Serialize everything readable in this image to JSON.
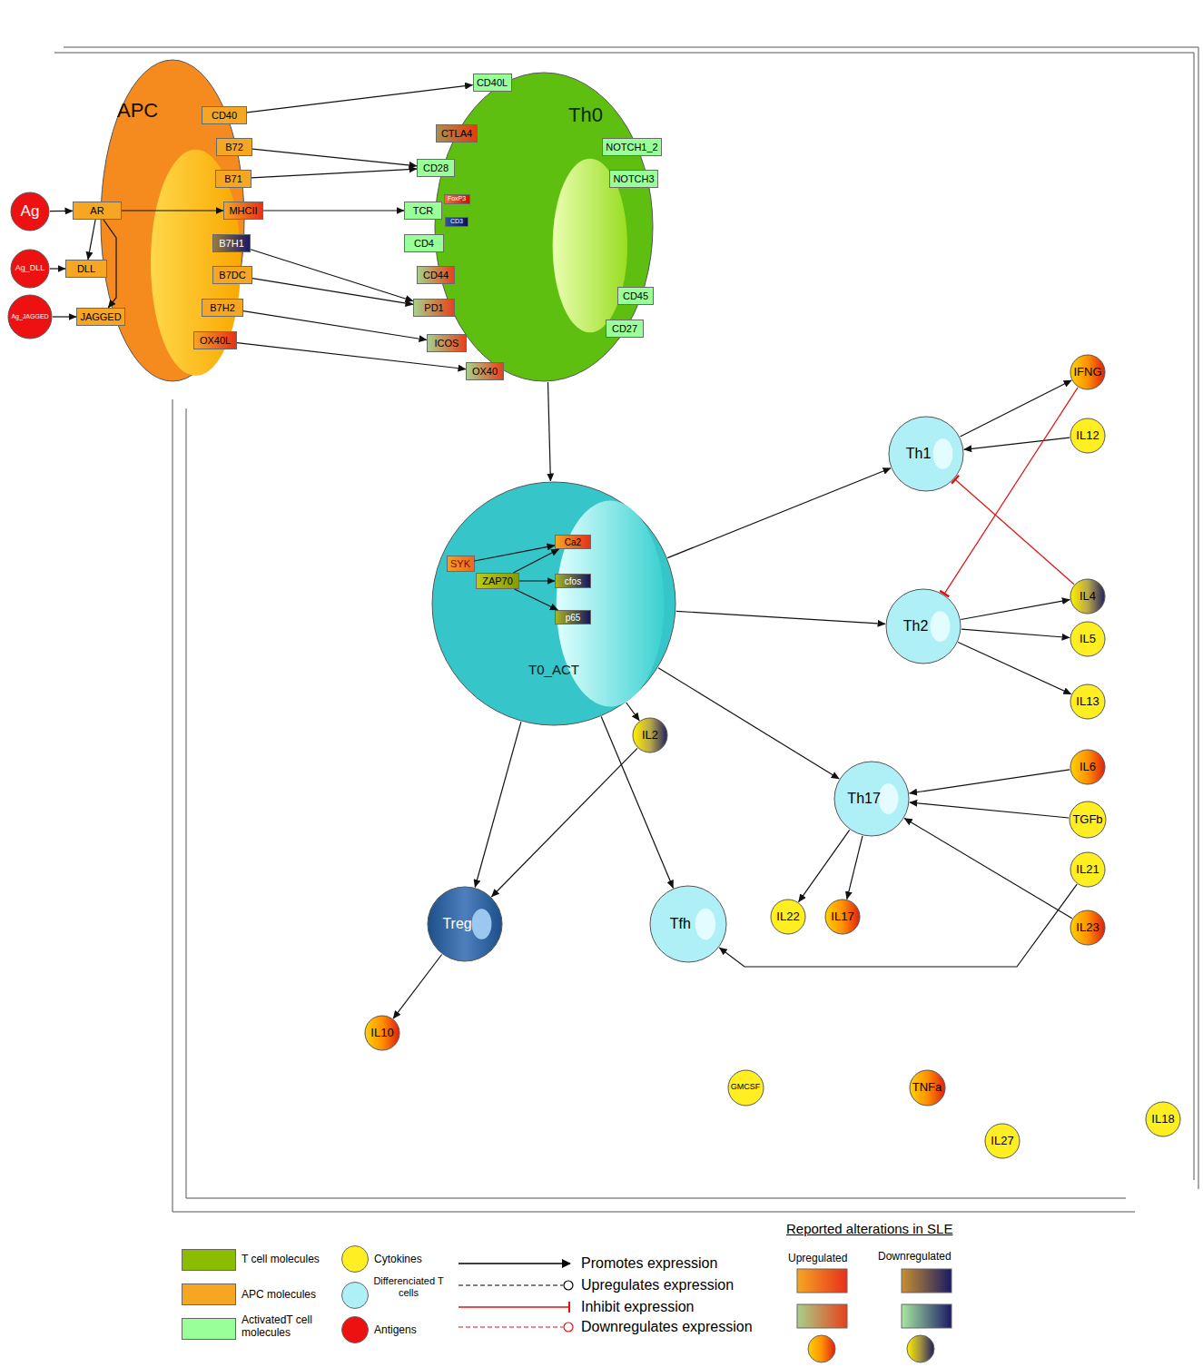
{
  "diagram": {
    "nodes": [
      {
        "text": [
          "Ag"
        ]
      },
      {
        "text": [
          "Ag_DLL"
        ]
      },
      {
        "text": [
          "Ag_JAGGED"
        ]
      },
      {
        "text": [
          "APC"
        ]
      },
      {
        "text": [
          "CD40"
        ],
        "in": 3
      },
      {
        "text": [
          "B72"
        ],
        "in": 3
      },
      {
        "text": [
          "B71"
        ],
        "in": 3
      },
      {
        "text": [
          "MHCII"
        ],
        "in": 3
      },
      {
        "text": [
          "B7H1"
        ],
        "in": 3
      },
      {
        "text": [
          "B7DC"
        ],
        "in": 3
      },
      {
        "text": [
          "B7H2"
        ],
        "in": 3
      },
      {
        "text": [
          "OX40L"
        ],
        "in": 3
      },
      {
        "text": [
          "AR"
        ]
      },
      {
        "text": [
          "DLL"
        ]
      },
      {
        "text": [
          "JAGGED"
        ]
      },
      {
        "text": [
          "Th0"
        ]
      },
      {
        "text": [
          "CD40L"
        ],
        "in": 15
      },
      {
        "text": [
          "CTLA4"
        ],
        "in": 15
      },
      {
        "text": [
          "CD28"
        ],
        "in": 15
      },
      {
        "text": [
          "TCR"
        ],
        "in": 15
      },
      {
        "text": [
          "FoxP3"
        ],
        "in": 15
      },
      {
        "text": [
          "CD3"
        ],
        "in": 15
      },
      {
        "text": [
          "CD4"
        ],
        "in": 15
      },
      {
        "text": [
          "CD44"
        ],
        "in": 15
      },
      {
        "text": [
          "PD1"
        ],
        "in": 15
      },
      {
        "text": [
          "ICOS"
        ],
        "in": 15
      },
      {
        "text": [
          "OX40"
        ],
        "in": 15
      },
      {
        "text": [
          "NOTCH1_2"
        ],
        "in": 15
      },
      {
        "text": [
          "NOTCH3"
        ],
        "in": 15
      },
      {
        "text": [
          "CD45"
        ],
        "in": 15
      },
      {
        "text": [
          "CD27"
        ],
        "in": 15
      },
      {
        "text": [
          "T0_ACT"
        ]
      },
      {
        "text": [
          "SYK"
        ],
        "in": 31
      },
      {
        "text": [
          "ZAP70"
        ],
        "in": 31
      },
      {
        "text": [
          "Ca2"
        ],
        "in": 31
      },
      {
        "text": [
          "cfos"
        ],
        "in": 31
      },
      {
        "text": [
          "p65"
        ],
        "in": 31
      },
      {
        "text": [
          "Th1"
        ]
      },
      {
        "text": [
          "Th2"
        ]
      },
      {
        "text": [
          "Th17"
        ]
      },
      {
        "text": [
          "Treg"
        ]
      },
      {
        "text": [
          "Tfh"
        ]
      },
      {
        "text": [
          "IFNG"
        ]
      },
      {
        "text": [
          "IL12"
        ]
      },
      {
        "text": [
          "IL4"
        ]
      },
      {
        "text": [
          "IL5"
        ]
      },
      {
        "text": [
          "IL13"
        ]
      },
      {
        "text": [
          "IL2"
        ]
      },
      {
        "text": [
          "IL6"
        ]
      },
      {
        "text": [
          "TGFb"
        ]
      },
      {
        "text": [
          "IL21"
        ]
      },
      {
        "text": [
          "IL22"
        ]
      },
      {
        "text": [
          "IL17"
        ]
      },
      {
        "text": [
          "IL23"
        ]
      },
      {
        "text": [
          "IL10"
        ]
      },
      {
        "text": [
          "GMCSF"
        ]
      },
      {
        "text": [
          "TNFa"
        ]
      },
      {
        "text": [
          "IL27"
        ]
      },
      {
        "text": [
          "IL18"
        ]
      }
    ],
    "edges": [
      {
        "from": 0,
        "to": 12,
        "arrow": "to"
      },
      {
        "from": 1,
        "to": 13,
        "arrow": "to"
      },
      {
        "from": 2,
        "to": 14,
        "arrow": "to"
      },
      {
        "from": 12,
        "to": 7,
        "arrow": "to"
      },
      {
        "from": 12,
        "to": 13,
        "arrow": "to"
      },
      {
        "from": 12,
        "to": 14,
        "arrow": "to"
      },
      {
        "from": 4,
        "to": 16,
        "arrow": "to"
      },
      {
        "from": 5,
        "to": 18,
        "arrow": "to"
      },
      {
        "from": 6,
        "to": 18,
        "arrow": "to"
      },
      {
        "from": 7,
        "to": 19,
        "arrow": "to"
      },
      {
        "from": 8,
        "to": 24,
        "arrow": "to"
      },
      {
        "from": 9,
        "to": 24,
        "arrow": "to"
      },
      {
        "from": 10,
        "to": 25,
        "arrow": "to"
      },
      {
        "from": 11,
        "to": 26,
        "arrow": "to"
      },
      {
        "from": 15,
        "to": 31,
        "arrow": "to"
      },
      {
        "from": 33,
        "to": 34,
        "arrow": "to"
      },
      {
        "from": 33,
        "to": 35,
        "arrow": "to"
      },
      {
        "from": 33,
        "to": 36,
        "arrow": "to"
      },
      {
        "from": 32,
        "to": 34,
        "arrow": "to"
      },
      {
        "from": 31,
        "to": 47,
        "arrow": "to"
      },
      {
        "from": 31,
        "to": 37,
        "arrow": "to"
      },
      {
        "from": 31,
        "to": 38,
        "arrow": "to"
      },
      {
        "from": 31,
        "to": 39,
        "arrow": "to"
      },
      {
        "from": 31,
        "to": 40,
        "arrow": "to"
      },
      {
        "from": 31,
        "to": 41,
        "arrow": "to"
      },
      {
        "from": 37,
        "to": 42,
        "arrow": "to"
      },
      {
        "from": 43,
        "to": 37,
        "arrow": "to"
      },
      {
        "from": 38,
        "to": 44,
        "arrow": "to"
      },
      {
        "from": 38,
        "to": 45,
        "arrow": "to"
      },
      {
        "from": 38,
        "to": 46,
        "arrow": "to"
      },
      {
        "from": 42,
        "to": 38,
        "arrow": "to"
      },
      {
        "from": 44,
        "to": 37,
        "arrow": "to"
      },
      {
        "from": 48,
        "to": 39,
        "arrow": "to"
      },
      {
        "from": 49,
        "to": 39,
        "arrow": "to"
      },
      {
        "from": 53,
        "to": 39,
        "arrow": "to"
      },
      {
        "from": 39,
        "to": 52,
        "arrow": "to"
      },
      {
        "from": 39,
        "to": 51,
        "arrow": "to"
      },
      {
        "from": 50,
        "to": 41,
        "arrow": "to"
      },
      {
        "from": 47,
        "to": 40,
        "arrow": "to"
      },
      {
        "from": 40,
        "to": 54,
        "arrow": "to"
      }
    ],
    "labels": [
      "Reported alterations in SLE",
      "Upregulated",
      "Downregulated"
    ],
    "legend": [
      {
        "text": "T cell molecules",
        "color": "#8cbc00"
      },
      {
        "text": "APC molecules",
        "color": "#f5a623"
      },
      {
        "text": "ActivatedT cell molecules",
        "color": "#99ff99"
      },
      {
        "text": "Cytokines",
        "color": "#ffee22"
      },
      {
        "text": "Differenciated T cells",
        "color": "#aef0f5"
      },
      {
        "text": "Antigens",
        "color": "#ee1111"
      },
      {
        "text": "Promotes expression"
      },
      {
        "text": "Upregulates expression"
      },
      {
        "text": "Inhibit expression"
      },
      {
        "text": "Downregulates expression"
      }
    ]
  }
}
